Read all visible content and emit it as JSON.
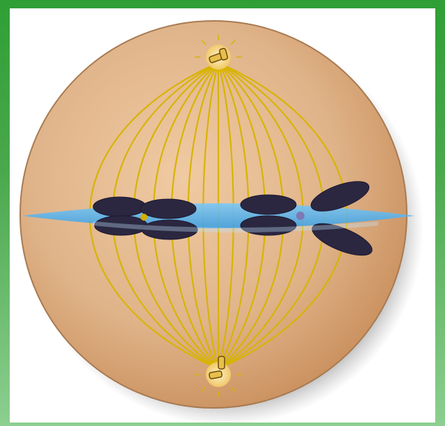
{
  "image": {
    "subject": "cell-in-metaphase",
    "colors": {
      "frame": "#3a9f3e",
      "background": "#ffffff",
      "cell": "#e0b48a",
      "spindle": "#d4b000",
      "metaphase_plate": "#5ab4f0",
      "chromosome": "#2b2740",
      "centrosome": "#f4d27a"
    },
    "chromosome_count": 4,
    "centrosome_count": 2
  }
}
